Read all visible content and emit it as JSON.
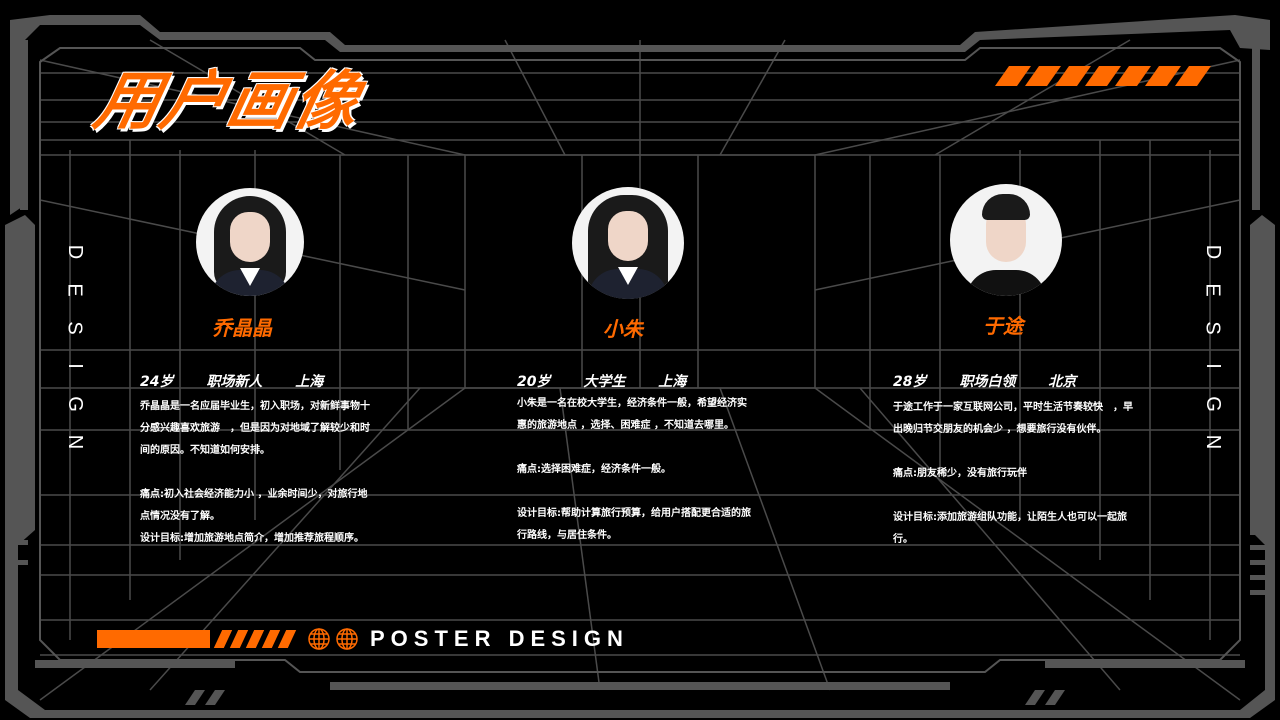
{
  "title": "用户画像",
  "side_label": "DESIGN",
  "side_letters": [
    "D",
    "E",
    "S",
    "I",
    "G",
    "N"
  ],
  "footer_text": "POSTER DESIGN",
  "colors": {
    "accent": "#ff6a00",
    "frame": "#555555",
    "grid": "#4a4a4a",
    "background": "#000000",
    "text": "#ffffff"
  },
  "personas": [
    {
      "name": "乔晶晶",
      "age": "24岁",
      "role": "职场新人",
      "city": "上海",
      "description": "乔晶晶是一名应届毕业生，初入职场，对新鲜事物十分感兴趣喜欢旅游　，但是因为对地域了解较少和时间的原因。不知道如何安排。",
      "pain_points": "痛点:初入社会经济能力小 ，业余时间少，对旅行地点情况没有了解。",
      "design_goal": "设计目标:增加旅游地点简介，增加推荐旅程顺序。"
    },
    {
      "name": "小朱",
      "age": "20岁",
      "role": "大学生",
      "city": "上海",
      "description": "小朱是一名在校大学生，经济条件一般，希望经济实惠的旅游地点 ，选择、困难症 ，不知道去哪里。",
      "pain_points": "痛点:选择困难症，经济条件一般。",
      "design_goal": "设计目标:帮助计算旅行预算，给用户搭配更合适的旅行路线，与居住条件。"
    },
    {
      "name": "于途",
      "age": "28岁",
      "role": "职场白领",
      "city": "北京",
      "description": "于途工作于一家互联网公司，平时生活节奏较快　，早出晚归节交朋友的机会少 ，想要旅行没有伙伴。",
      "pain_points": "痛点:朋友稀少，没有旅行玩伴",
      "design_goal": "设计目标:添加旅游组队功能，让陌生人也可以一起旅行。"
    }
  ]
}
